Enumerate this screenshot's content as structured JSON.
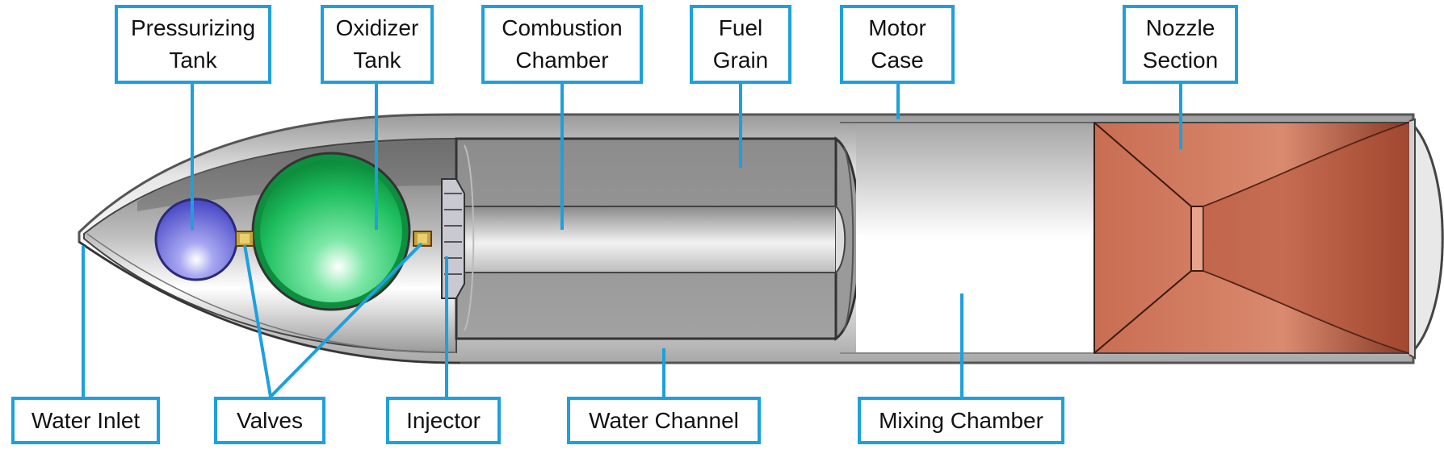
{
  "labels": {
    "pressurizing_tank": "Pressurizing\nTank",
    "oxidizer_tank": "Oxidizer\nTank",
    "combustion_chamber": "Combustion\nChamber",
    "fuel_grain": "Fuel\nGrain",
    "motor_case": "Motor\nCase",
    "nozzle_section": "Nozzle\nSection",
    "water_inlet": "Water Inlet",
    "valves": "Valves",
    "injector": "Injector",
    "water_channel": "Water Channel",
    "mixing_chamber": "Mixing Chamber"
  },
  "colors": {
    "label_border": "#1ea0dc",
    "pressurizing_tank": "#6b6be0",
    "oxidizer_tank": "#22c065",
    "nozzle": "#c4654a",
    "motor_case": "#b9b9b9"
  }
}
